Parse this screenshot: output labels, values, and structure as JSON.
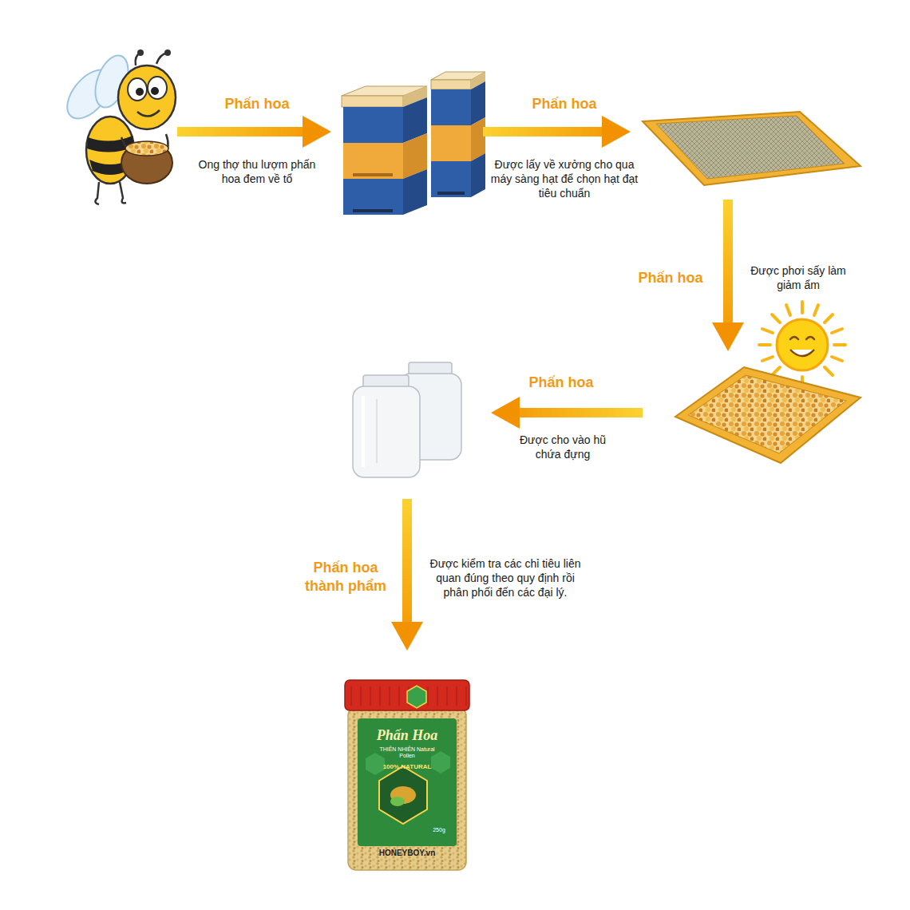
{
  "diagram": {
    "nodes": [
      {
        "text": []
      },
      {
        "text": []
      },
      {
        "text": []
      },
      {
        "text": []
      },
      {
        "text": []
      },
      {
        "text": [
          "Phấn Hoa",
          "THIÊN NHIÊN Natural Pollen",
          "100% NATURAL",
          "250g",
          "HONEYBOY.vn"
        ]
      }
    ],
    "edges": [
      {
        "from": 0,
        "to": 1,
        "label": "Phấn hoa",
        "arrow": "to"
      },
      {
        "from": 1,
        "to": 2,
        "label": "Phấn hoa",
        "arrow": "to"
      },
      {
        "from": 2,
        "to": 3,
        "label": "Phấn hoa",
        "arrow": "to"
      },
      {
        "from": 3,
        "to": 4,
        "label": "Phấn hoa",
        "arrow": "to"
      },
      {
        "from": 4,
        "to": 5,
        "label": "Phấn hoa thành phẩm",
        "arrow": "to"
      }
    ],
    "labels": [
      "Ong thợ thu lượm phấn hoa đem về tổ",
      "Được lấy về xưởng cho qua máy sàng hạt để chọn hạt đạt tiêu chuẩn",
      "Được phơi sấy làm giảm ẩm",
      "Được cho vào hũ chứa đựng",
      "Được kiểm tra các chỉ tiêu liên quan đúng theo quy định rồi phân phối đến các đại lý."
    ]
  }
}
